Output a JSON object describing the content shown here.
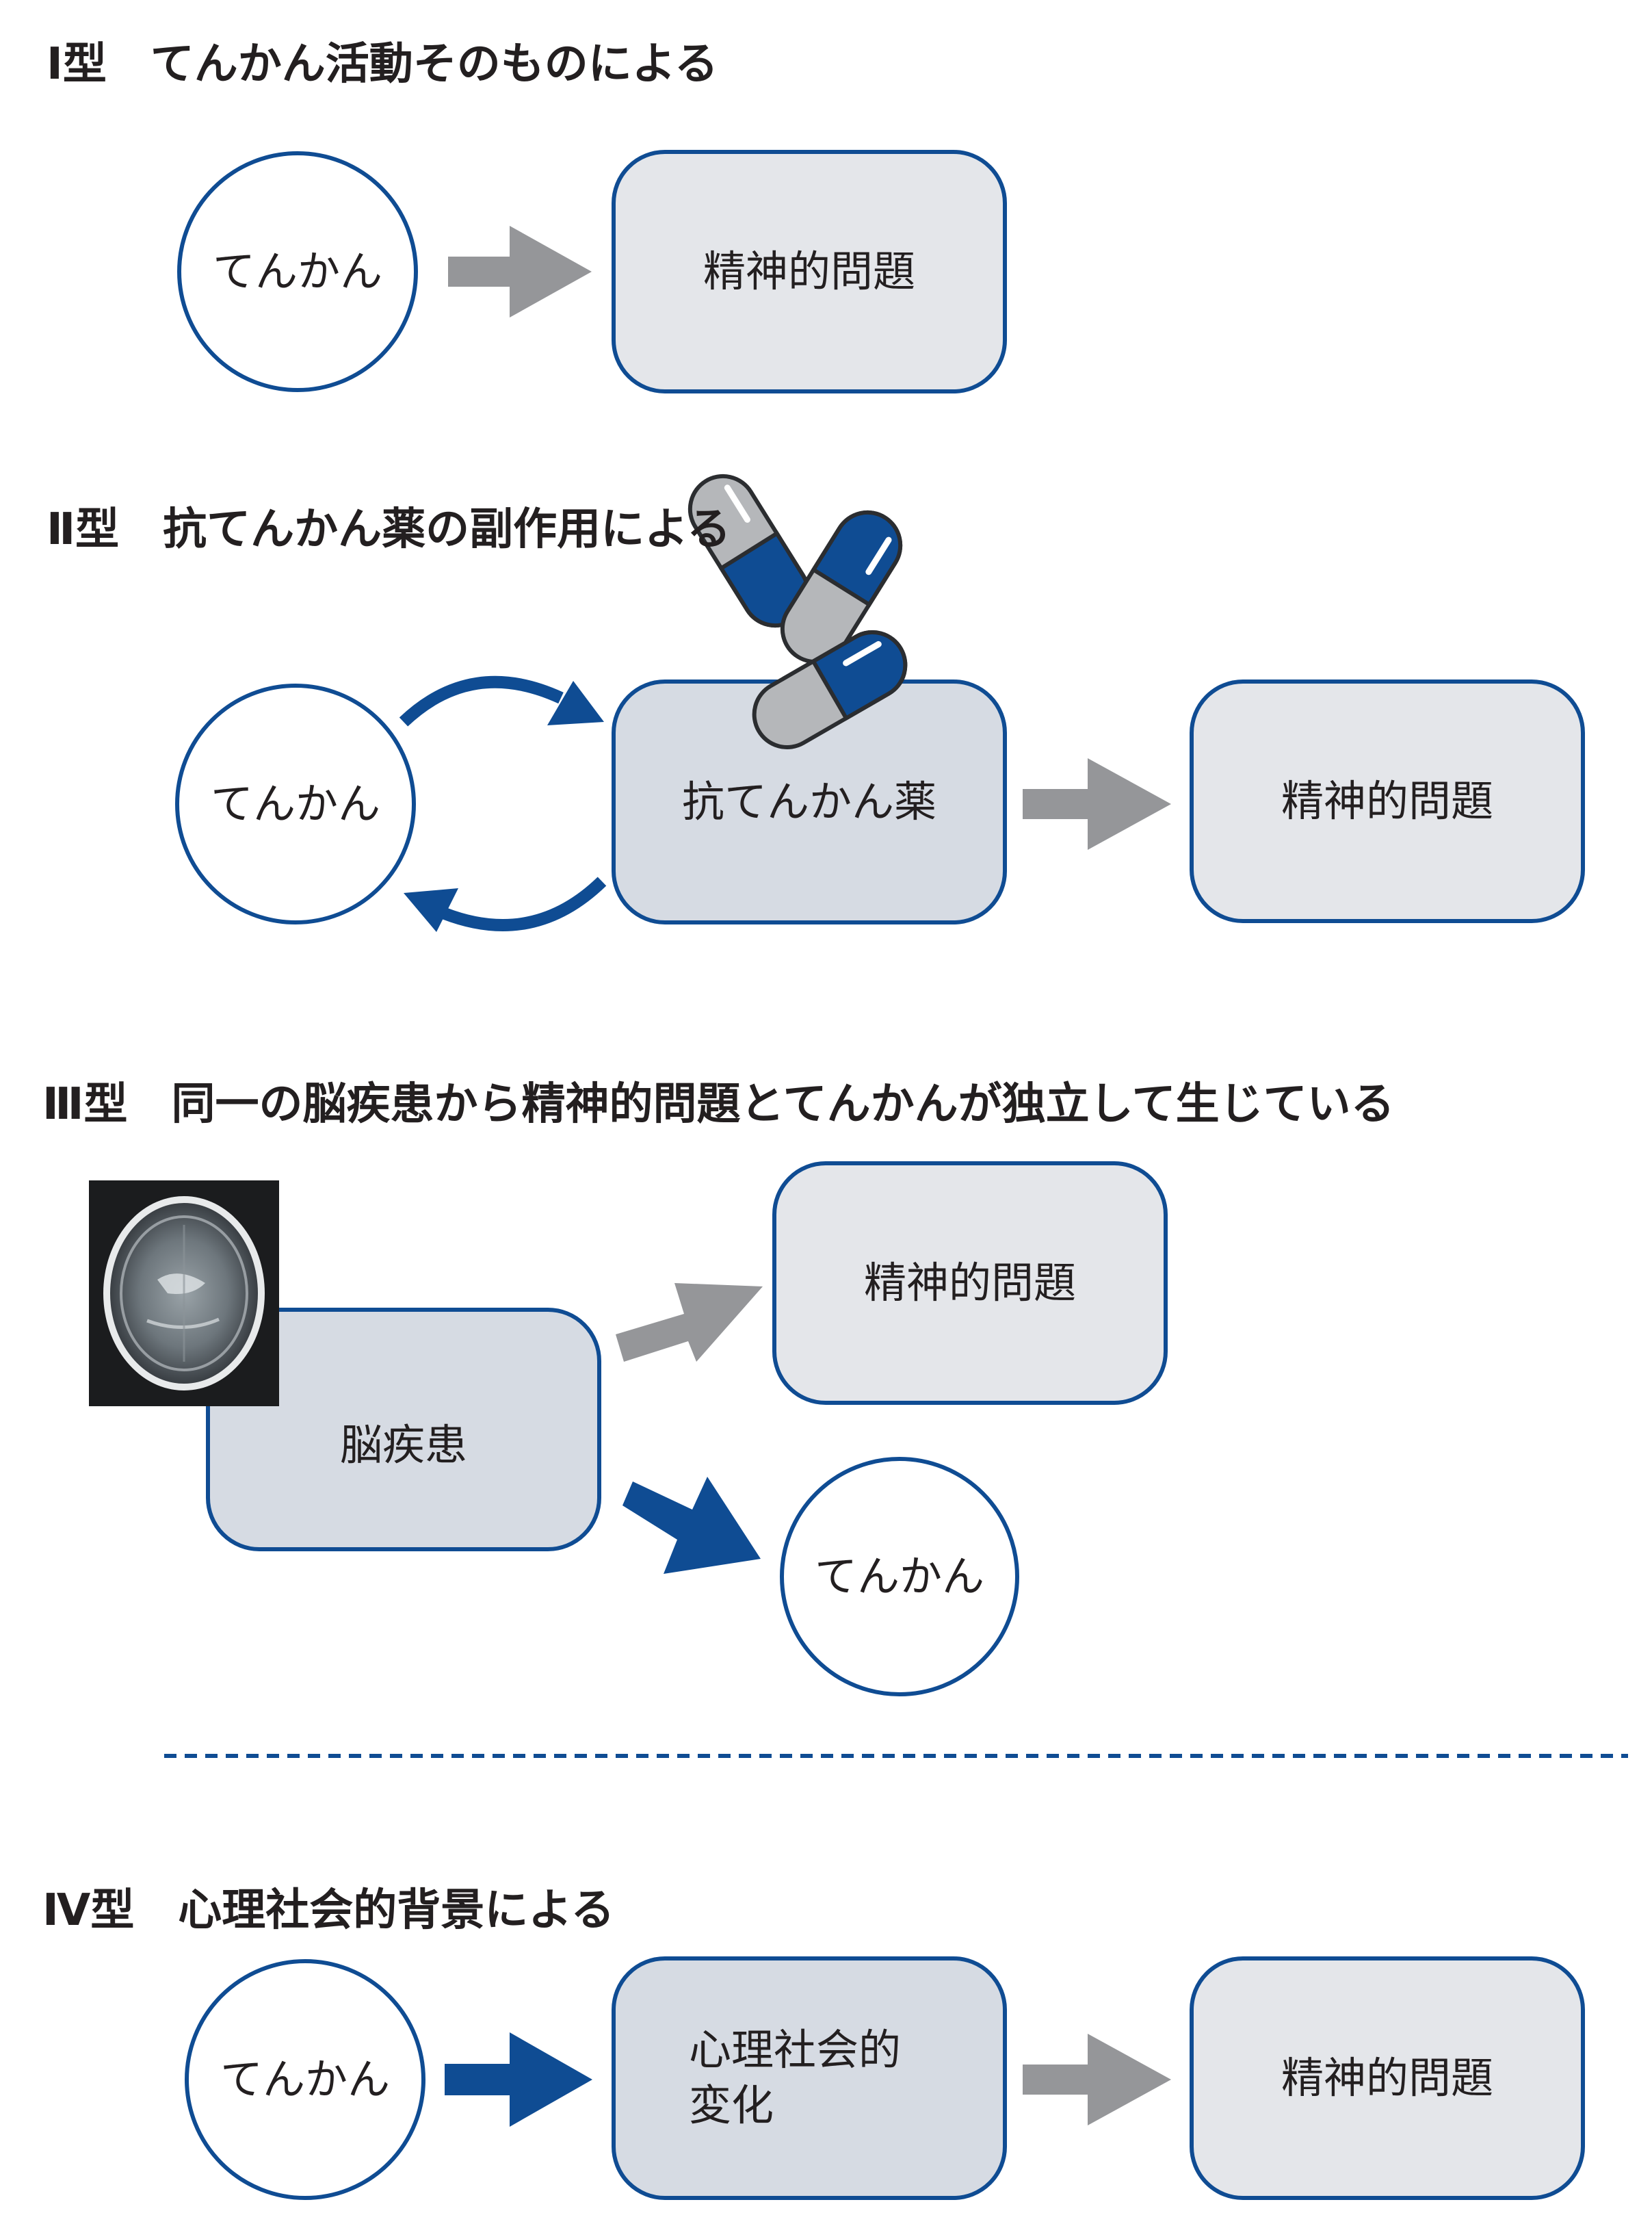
{
  "colors": {
    "blue": "#0f4c93",
    "gray_arrow": "#959699",
    "box_fill": "#e4e6ea",
    "box_fill_blue": "#d6dbe3",
    "text": "#231f20"
  },
  "sections": [
    {
      "heading": "Ⅰ型　てんかん活動そのものによる",
      "nodes": [
        {
          "id": "s1-epilepsy",
          "label": "てんかん",
          "shape": "circle"
        },
        {
          "id": "s1-psych",
          "label": "精神的問題",
          "shape": "box"
        }
      ]
    },
    {
      "heading": "Ⅱ型　抗てんかん薬の副作用による",
      "nodes": [
        {
          "id": "s2-epilepsy",
          "label": "てんかん",
          "shape": "circle"
        },
        {
          "id": "s2-drug",
          "label": "抗てんかん薬",
          "shape": "box"
        },
        {
          "id": "s2-psych",
          "label": "精神的問題",
          "shape": "box"
        }
      ]
    },
    {
      "heading": "Ⅲ型　同一の脳疾患から精神的問題とてんかんが独立して生じている",
      "nodes": [
        {
          "id": "s3-brain",
          "label": "脳疾患",
          "shape": "box"
        },
        {
          "id": "s3-psych",
          "label": "精神的問題",
          "shape": "box"
        },
        {
          "id": "s3-epilepsy",
          "label": "てんかん",
          "shape": "circle"
        }
      ]
    },
    {
      "heading": "Ⅳ型　心理社会的背景による",
      "nodes": [
        {
          "id": "s4-epilepsy",
          "label": "てんかん",
          "shape": "circle"
        },
        {
          "id": "s4-psychosocial",
          "label": "心理社会的\n変化",
          "shape": "box"
        },
        {
          "id": "s4-psych",
          "label": "精神的問題",
          "shape": "box"
        }
      ]
    }
  ],
  "icons": [
    "capsule-icon",
    "capsule-icon",
    "capsule-icon",
    "brain-mri-image"
  ]
}
